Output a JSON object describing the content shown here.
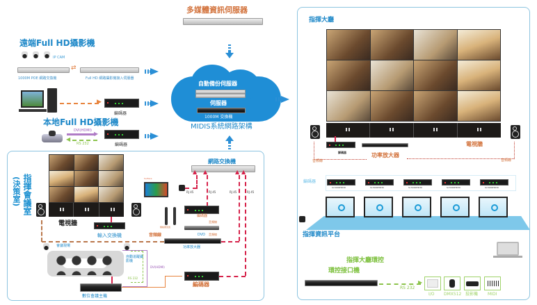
{
  "top": {
    "media_server": "多媒體資訊伺服器",
    "remote_cam_title": "遠端Full HD攝影機",
    "ip_cam": "IP CAM",
    "poe_switch": "1000M POE 網路交換機",
    "cam_server": "Full HD 網路攝影機接入伺服器",
    "encoder1": "編碼器",
    "local_cam_title": "本地Full HD攝影機",
    "dvi": "DVI(HDMI)",
    "rs232": "RS 232",
    "encoder2": "編碼器"
  },
  "cloud": {
    "backup_server": "自動備份伺服器",
    "server": "伺服器",
    "switch": "1000M 交換機",
    "title": "MIDIS系統網路架構"
  },
  "meeting_room": {
    "title": "指揮會議室",
    "subtitle": "(決策室)",
    "video_wall": "電視牆",
    "input_switch": "輸入交換機",
    "network_switch": "網路交換機",
    "tablet_brand": "Surface",
    "rj45": [
      "RJ 45",
      "RJ 45",
      "RJ 45",
      "RJ 45"
    ],
    "encoder_top": "編碼器",
    "wireless_mic": "無線麥克風",
    "audio_line_dvd": "音頻線",
    "dvd": "DVD",
    "audio_line_dvd2": "音頻線",
    "audio_line": "音頻線",
    "amplifier": "功率放大器",
    "meeting_site": "會議現場",
    "tracking_cam": "自動追蹤攝影機",
    "dvi": "DVI(HDMI)",
    "rs232": "RS 232",
    "host": "數位會議主機",
    "encoder_bottom": "編碼器"
  },
  "hall": {
    "title": "指揮大廳",
    "decoder": "解碼器",
    "amplifier": "功率放大器",
    "video_wall": "電視牆",
    "audio_line_left": "音頻線",
    "audio_line_right": "音頻線",
    "encoder_label": "編碼器",
    "encoder_models": [
      "SI-5000HD30",
      "SI-5000HD30",
      "SI-5000HD30",
      "SI-5000HD30",
      "SI-5000HD30"
    ],
    "platform": "指揮資訊平台",
    "env_title": "指揮大廳環控",
    "env_interface": "環控接口機",
    "rs232": "RS 232",
    "devices": [
      "I/O",
      "DMX512",
      "投影機",
      "MIDI"
    ]
  },
  "colors": {
    "blue": "#1e88c8",
    "orange": "#d2713a",
    "green": "#7bbf3a",
    "red": "#d6224a"
  }
}
